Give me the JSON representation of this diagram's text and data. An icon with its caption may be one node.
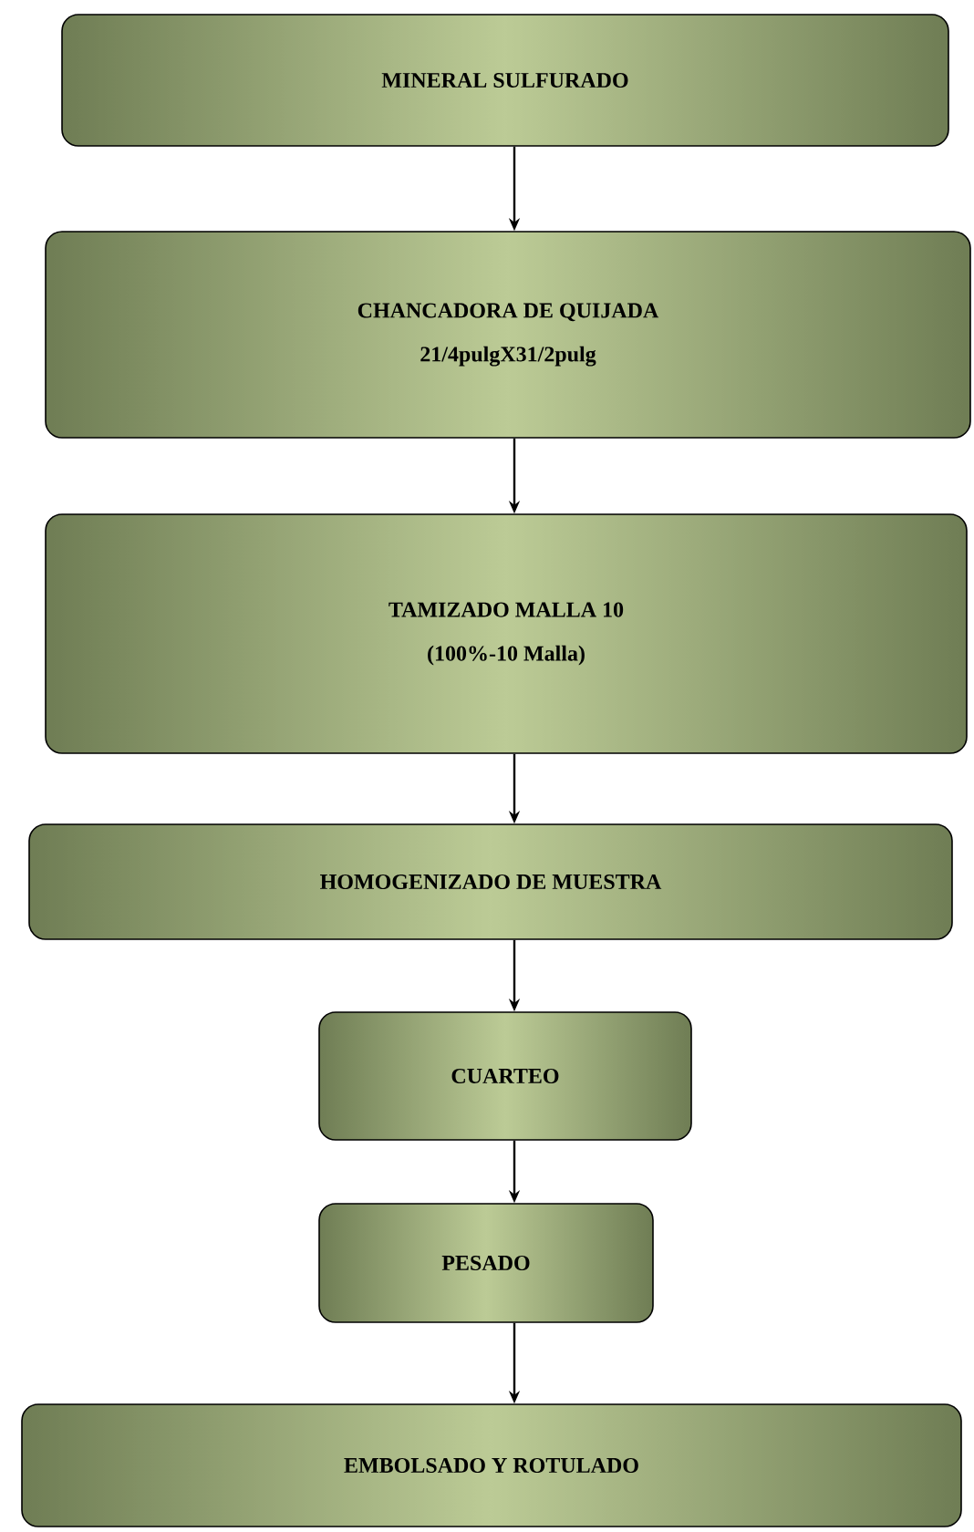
{
  "diagram": {
    "nodes": [
      {
        "text": [
          "MINERAL SULFURADO"
        ]
      },
      {
        "text": [
          "CHANCADORA DE QUIJADA",
          "21/4pulgX31/2pulg"
        ]
      },
      {
        "text": [
          "TAMIZADO MALLA 10",
          "(100%-10 Malla)"
        ]
      },
      {
        "text": [
          "HOMOGENIZADO DE MUESTRA"
        ]
      },
      {
        "text": [
          "CUARTEO"
        ]
      },
      {
        "text": [
          "PESADO"
        ]
      },
      {
        "text": [
          "EMBOLSADO Y ROTULADO"
        ]
      }
    ],
    "edges": [
      {
        "from": 0,
        "to": 1,
        "arrow": "to"
      },
      {
        "from": 1,
        "to": 2,
        "arrow": "to"
      },
      {
        "from": 2,
        "to": 3,
        "arrow": "to"
      },
      {
        "from": 3,
        "to": 4,
        "arrow": "to"
      },
      {
        "from": 4,
        "to": 5,
        "arrow": "to"
      },
      {
        "from": 5,
        "to": 6,
        "arrow": "to"
      }
    ]
  }
}
